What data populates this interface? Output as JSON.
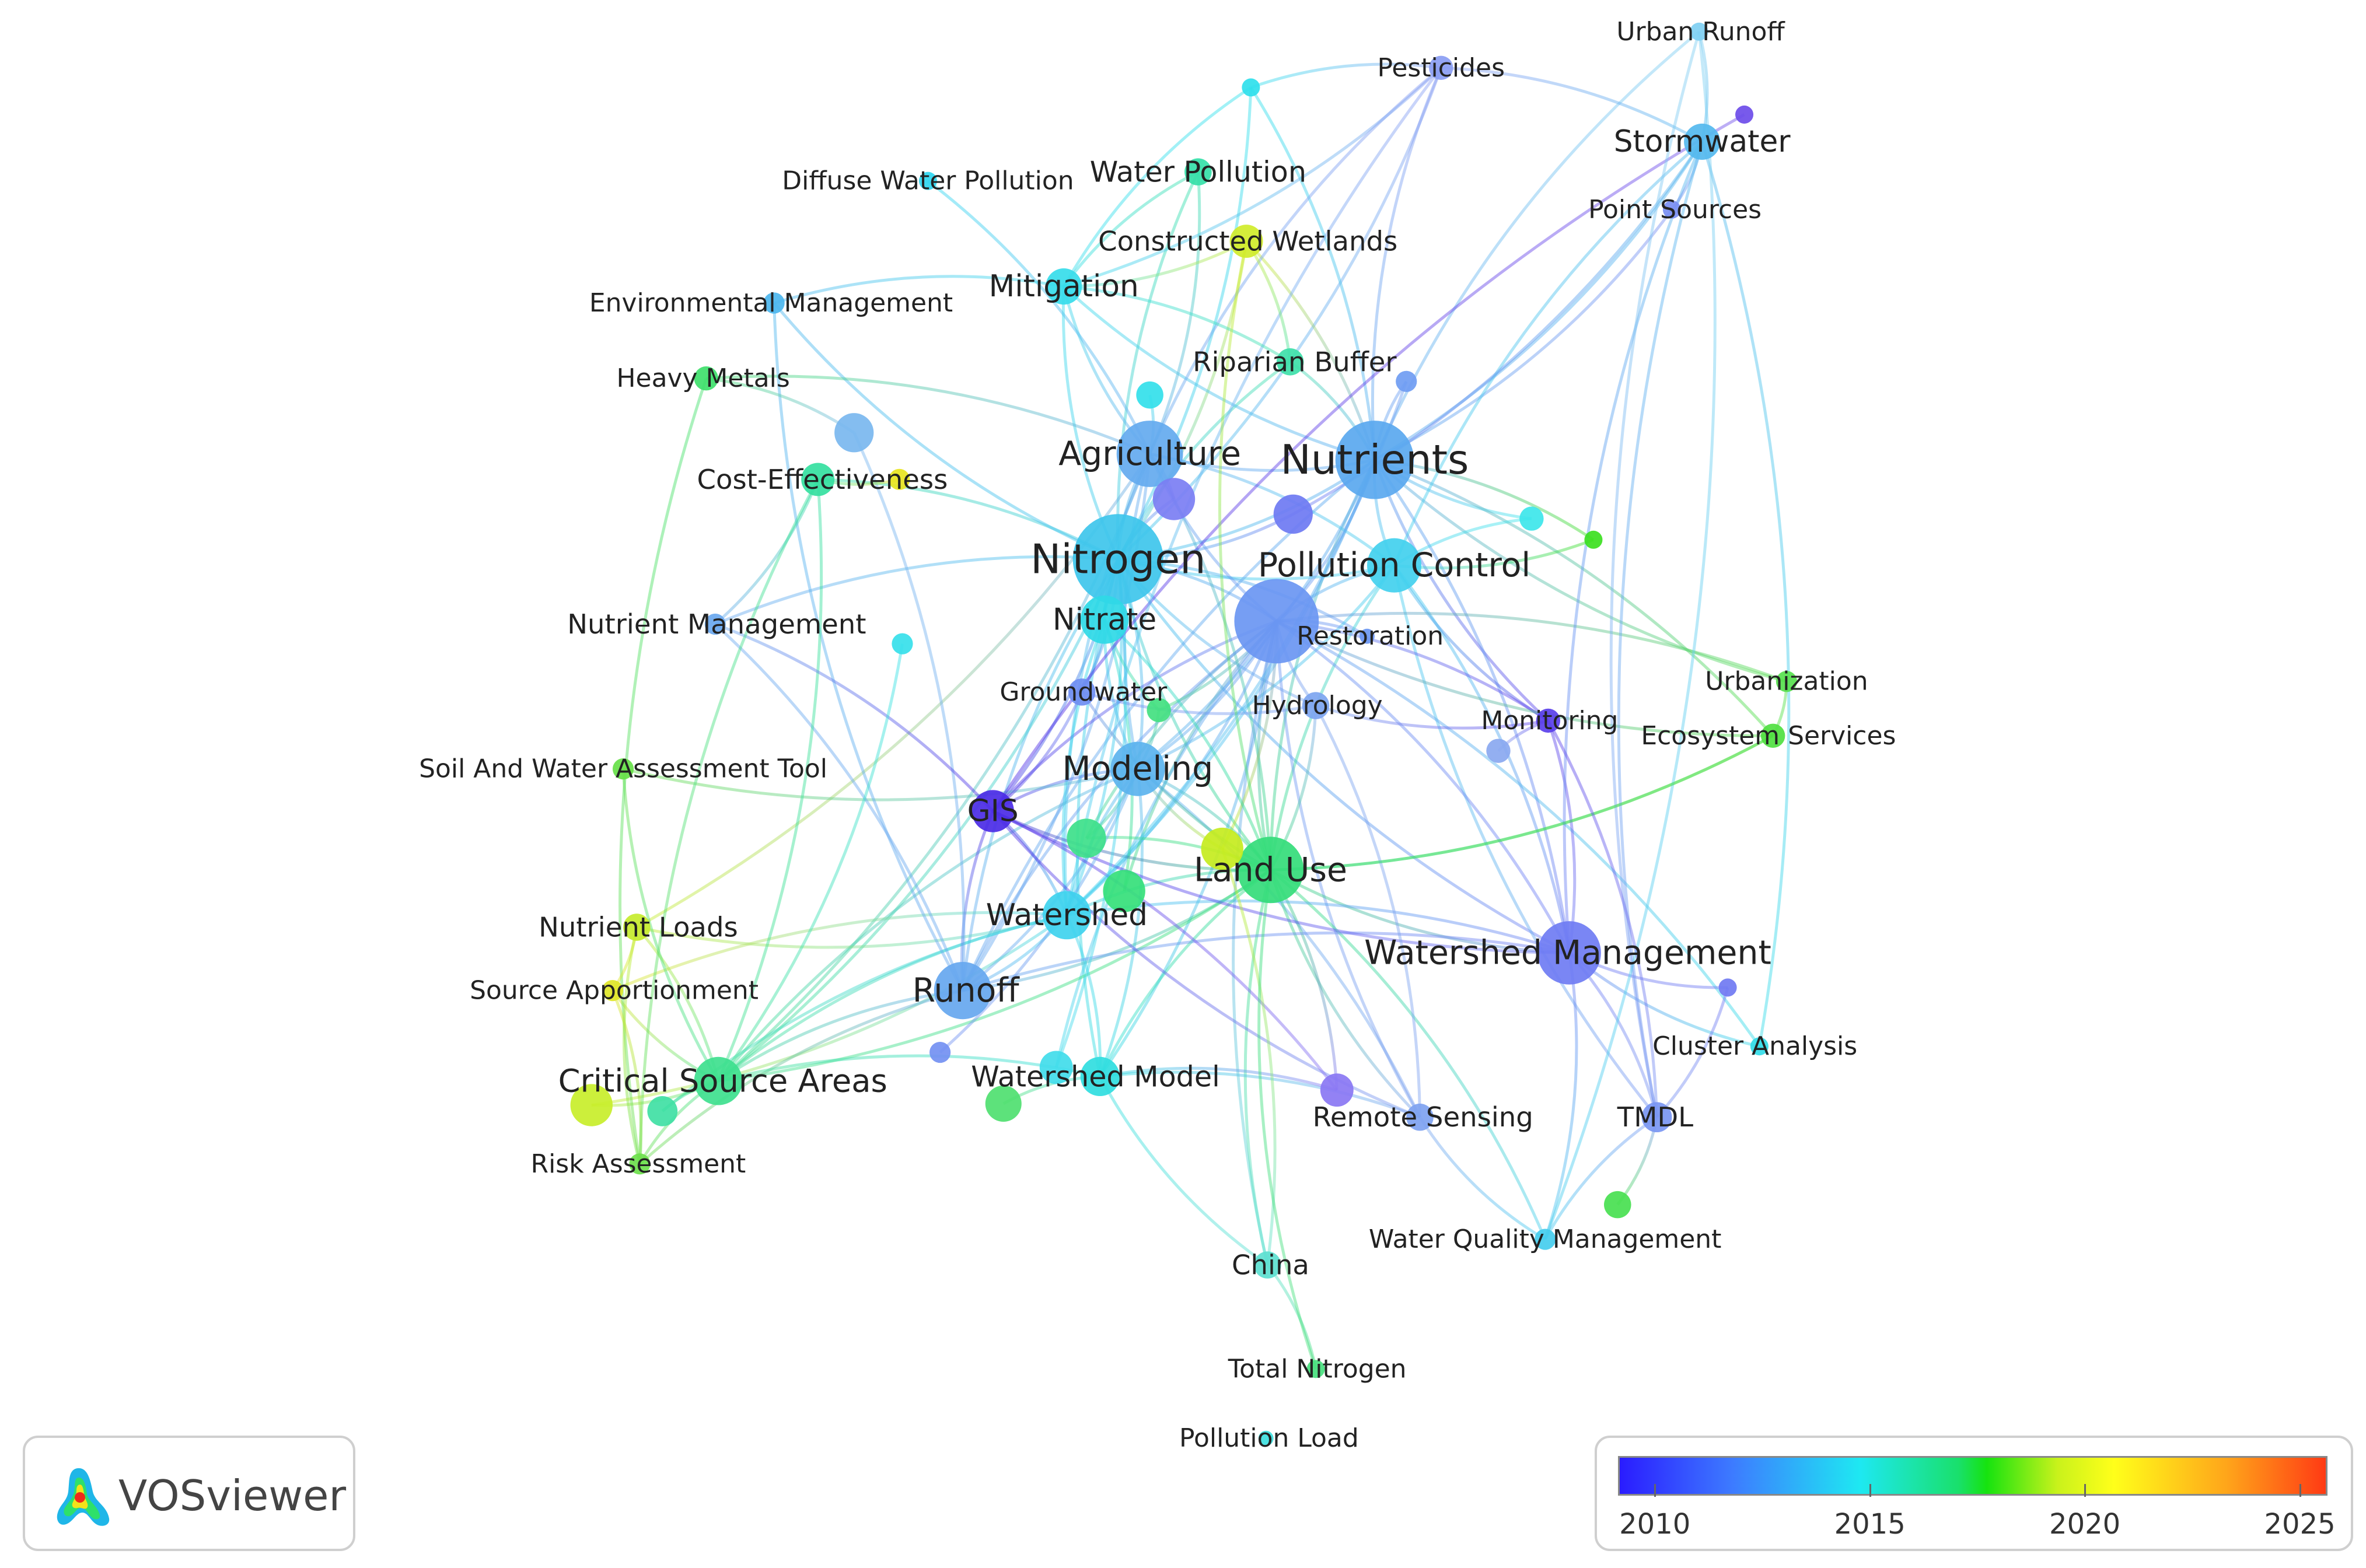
{
  "branding": {
    "app_name": "VOSviewer"
  },
  "legend": {
    "ticks": [
      {
        "year": "2010",
        "pos": 0.052
      },
      {
        "year": "2015",
        "pos": 0.355
      },
      {
        "year": "2020",
        "pos": 0.658
      },
      {
        "year": "2025",
        "pos": 0.961
      }
    ]
  },
  "nodes": [
    {
      "id": "nitrogen",
      "label": "Nitrogen",
      "color": "#3ec6ec"
    },
    {
      "id": "nutrients",
      "label": "Nutrients",
      "color": "#5aa8ef"
    },
    {
      "id": "agriculture",
      "label": "Agriculture",
      "color": "#64aaef"
    },
    {
      "id": "pollution_control",
      "label": "Pollution Control",
      "color": "#42d0ee"
    },
    {
      "id": "hub",
      "label": "",
      "color": "#6a96f2"
    },
    {
      "id": "nitrate",
      "label": "Nitrate",
      "color": "#2fd9e6"
    },
    {
      "id": "restoration",
      "label": "Restoration",
      "color": "#6a96f2"
    },
    {
      "id": "modeling",
      "label": "Modeling",
      "color": "#5bb3ee"
    },
    {
      "id": "land_use",
      "label": "Land Use",
      "color": "#34dc7a"
    },
    {
      "id": "watershed",
      "label": "Watershed",
      "color": "#3fd3ee"
    },
    {
      "id": "runoff",
      "label": "Runoff",
      "color": "#66a7ef"
    },
    {
      "id": "watershed_management",
      "label": "Watershed Management",
      "color": "#6f7cf3"
    },
    {
      "id": "critical_source_areas",
      "label": "Critical Source Areas",
      "color": "#3ee08e"
    },
    {
      "id": "watershed_model",
      "label": "Watershed Model",
      "color": "#30dde0"
    },
    {
      "id": "gis",
      "label": "GIS",
      "color": "#4b2be6"
    },
    {
      "id": "groundwater",
      "label": "Groundwater",
      "color": "#6f8ef2"
    },
    {
      "id": "hydrology",
      "label": "Hydrology",
      "color": "#7da5f0"
    },
    {
      "id": "mitigation",
      "label": "Mitigation",
      "color": "#36dcea"
    },
    {
      "id": "stormwater",
      "label": "Stormwater",
      "color": "#54b8ee"
    },
    {
      "id": "pesticides",
      "label": "Pesticides",
      "color": "#8a9df3"
    },
    {
      "id": "urban_runoff",
      "label": "Urban Runoff",
      "color": "#7fcff2"
    },
    {
      "id": "point_sources",
      "label": "Point Sources",
      "color": "#7a8ef2"
    },
    {
      "id": "water_pollution",
      "label": "Water Pollution",
      "color": "#35e0a8"
    },
    {
      "id": "diffuse_water_pollution",
      "label": "Diffuse Water Pollution",
      "color": "#2fd6f0"
    },
    {
      "id": "constructed_wetlands",
      "label": "Constructed Wetlands",
      "color": "#d0ec2a"
    },
    {
      "id": "environmental_management",
      "label": "Environmental Management",
      "color": "#4cb6ee"
    },
    {
      "id": "heavy_metals",
      "label": "Heavy Metals",
      "color": "#3fe06b"
    },
    {
      "id": "riparian_buffer",
      "label": "Riparian Buffer",
      "color": "#3ee0a9"
    },
    {
      "id": "cost_effectiveness",
      "label": "Cost-Effectiveness",
      "color": "#34dfa0"
    },
    {
      "id": "nutrient_management",
      "label": "Nutrient Management",
      "color": "#6aa8ef"
    },
    {
      "id": "soil_water_assessment_tool",
      "label": "Soil And Water Assessment Tool",
      "color": "#66e048"
    },
    {
      "id": "nutrient_loads",
      "label": "Nutrient Loads",
      "color": "#c6ec2c"
    },
    {
      "id": "source_apportionment",
      "label": "Source Apportionment",
      "color": "#e0e628"
    },
    {
      "id": "risk_assessment",
      "label": "Risk Assessment",
      "color": "#6de04c"
    },
    {
      "id": "monitoring",
      "label": "Monitoring",
      "color": "#5a3fea"
    },
    {
      "id": "urbanization",
      "label": "Urbanization",
      "color": "#57e04e"
    },
    {
      "id": "ecosystem_services",
      "label": "Ecosystem Services",
      "color": "#4fe040"
    },
    {
      "id": "remote_sensing",
      "label": "Remote Sensing",
      "color": "#7ea2f0"
    },
    {
      "id": "tmdl",
      "label": "TMDL",
      "color": "#7a96f2"
    },
    {
      "id": "cluster_analysis",
      "label": "Cluster Analysis",
      "color": "#34dce8"
    },
    {
      "id": "water_quality_management",
      "label": "Water Quality Management",
      "color": "#45cdee"
    },
    {
      "id": "china",
      "label": "China",
      "color": "#5ce0d0"
    },
    {
      "id": "total_nitrogen",
      "label": "Total Nitrogen",
      "color": "#48e07e"
    },
    {
      "id": "pollution_load",
      "label": "Pollution Load",
      "color": "#3edfe0"
    },
    {
      "id": "u1",
      "label": "",
      "color": "#2fe0ec"
    },
    {
      "id": "u2",
      "label": "",
      "color": "#6f9cf2"
    },
    {
      "id": "u3",
      "label": "",
      "color": "#7b7ef3"
    },
    {
      "id": "u4",
      "label": "",
      "color": "#6e79f2"
    },
    {
      "id": "u5",
      "label": "",
      "color": "#3de6ea"
    },
    {
      "id": "u6",
      "label": "",
      "color": "#3ce020"
    },
    {
      "id": "u7",
      "label": "",
      "color": "#33e0ea"
    },
    {
      "id": "u8",
      "label": "",
      "color": "#43e080"
    },
    {
      "id": "u9",
      "label": "",
      "color": "#3de08a"
    },
    {
      "id": "u10",
      "label": "",
      "color": "#c6ec1e"
    },
    {
      "id": "u11",
      "label": "",
      "color": "#7ab7ef"
    },
    {
      "id": "u12",
      "label": "",
      "color": "#35e07a"
    },
    {
      "id": "u13",
      "label": "",
      "color": "#c8ee2a"
    },
    {
      "id": "u14",
      "label": "",
      "color": "#40e0a4"
    },
    {
      "id": "u15",
      "label": "",
      "color": "#8a77f3"
    },
    {
      "id": "u16",
      "label": "",
      "color": "#7079f2"
    },
    {
      "id": "u17",
      "label": "",
      "color": "#4fe070"
    },
    {
      "id": "u18",
      "label": "",
      "color": "#36e0ea"
    },
    {
      "id": "u19",
      "label": "",
      "color": "#7390f2"
    },
    {
      "id": "u20",
      "label": "",
      "color": "#48e050"
    },
    {
      "id": "u21",
      "label": "",
      "color": "#e8e420"
    },
    {
      "id": "u22",
      "label": "",
      "color": "#6d4ce9"
    },
    {
      "id": "u23",
      "label": "",
      "color": "#8aa8f0"
    },
    {
      "id": "u24",
      "label": "",
      "color": "#41dcea"
    }
  ],
  "links": [
    [
      "nitrogen",
      "nutrients"
    ],
    [
      "nitrogen",
      "agriculture"
    ],
    [
      "nitrogen",
      "pollution_control"
    ],
    [
      "nitrogen",
      "hub"
    ],
    [
      "nitrogen",
      "nitrate"
    ],
    [
      "nitrogen",
      "modeling"
    ],
    [
      "nitrogen",
      "land_use"
    ],
    [
      "nitrogen",
      "watershed"
    ],
    [
      "nitrogen",
      "runoff"
    ],
    [
      "nitrogen",
      "mitigation"
    ],
    [
      "nitrogen",
      "cost_effectiveness"
    ],
    [
      "nitrogen",
      "groundwater"
    ],
    [
      "nitrogen",
      "hydrology"
    ],
    [
      "nitrogen",
      "riparian_buffer"
    ],
    [
      "nitrogen",
      "constructed_wetlands"
    ],
    [
      "nitrogen",
      "environmental_management"
    ],
    [
      "nitrogen",
      "nutrient_management"
    ],
    [
      "nitrogen",
      "critical_source_areas"
    ],
    [
      "nitrogen",
      "watershed_model"
    ],
    [
      "nitrogen",
      "gis"
    ],
    [
      "nitrogen",
      "watershed_management"
    ],
    [
      "nitrogen",
      "restoration"
    ],
    [
      "nitrogen",
      "pesticides"
    ],
    [
      "nitrogen",
      "water_pollution"
    ],
    [
      "nitrogen",
      "u1"
    ],
    [
      "nitrogen",
      "u3"
    ],
    [
      "nitrogen",
      "u4"
    ],
    [
      "nutrients",
      "agriculture"
    ],
    [
      "nutrients",
      "pollution_control"
    ],
    [
      "nutrients",
      "hub"
    ],
    [
      "nutrients",
      "stormwater"
    ],
    [
      "nutrients",
      "pesticides"
    ],
    [
      "nutrients",
      "point_sources"
    ],
    [
      "nutrients",
      "modeling"
    ],
    [
      "nutrients",
      "land_use"
    ],
    [
      "nutrients",
      "watershed"
    ],
    [
      "nutrients",
      "runoff"
    ],
    [
      "nutrients",
      "mitigation"
    ],
    [
      "nutrients",
      "riparian_buffer"
    ],
    [
      "nutrients",
      "urban_runoff"
    ],
    [
      "nutrients",
      "monitoring"
    ],
    [
      "nutrients",
      "watershed_management"
    ],
    [
      "nutrients",
      "u1"
    ],
    [
      "nutrients",
      "u2"
    ],
    [
      "nutrients",
      "u5"
    ],
    [
      "nutrients",
      "u6"
    ],
    [
      "nutrients",
      "constructed_wetlands"
    ],
    [
      "nutrients",
      "ecosystem_services"
    ],
    [
      "nutrients",
      "urbanization"
    ],
    [
      "agriculture",
      "pollution_control"
    ],
    [
      "agriculture",
      "hub"
    ],
    [
      "agriculture",
      "mitigation"
    ],
    [
      "agriculture",
      "modeling"
    ],
    [
      "agriculture",
      "land_use"
    ],
    [
      "agriculture",
      "watershed"
    ],
    [
      "agriculture",
      "runoff"
    ],
    [
      "agriculture",
      "diffuse_water_pollution"
    ],
    [
      "agriculture",
      "pesticides"
    ],
    [
      "agriculture",
      "water_pollution"
    ],
    [
      "agriculture",
      "critical_source_areas"
    ],
    [
      "agriculture",
      "u7"
    ],
    [
      "agriculture",
      "u3"
    ],
    [
      "agriculture",
      "heavy_metals"
    ],
    [
      "agriculture",
      "nutrient_loads"
    ],
    [
      "pollution_control",
      "hub"
    ],
    [
      "pollution_control",
      "modeling"
    ],
    [
      "pollution_control",
      "land_use"
    ],
    [
      "pollution_control",
      "watershed_management"
    ],
    [
      "pollution_control",
      "monitoring"
    ],
    [
      "pollution_control",
      "u5"
    ],
    [
      "pollution_control",
      "u6"
    ],
    [
      "pollution_control",
      "stormwater"
    ],
    [
      "pollution_control",
      "tmdl"
    ],
    [
      "hub",
      "modeling"
    ],
    [
      "hub",
      "land_use"
    ],
    [
      "hub",
      "watershed"
    ],
    [
      "hub",
      "runoff"
    ],
    [
      "hub",
      "restoration"
    ],
    [
      "hub",
      "hydrology"
    ],
    [
      "hub",
      "watershed_management"
    ],
    [
      "hub",
      "remote_sensing"
    ],
    [
      "hub",
      "cluster_analysis"
    ],
    [
      "hub",
      "gis"
    ],
    [
      "hub",
      "monitoring"
    ],
    [
      "hub",
      "ecosystem_services"
    ],
    [
      "hub",
      "watershed_model"
    ],
    [
      "hub",
      "china"
    ],
    [
      "hub",
      "u8"
    ],
    [
      "hub",
      "u9"
    ],
    [
      "hub",
      "u10"
    ],
    [
      "hub",
      "u12"
    ],
    [
      "hub",
      "urbanization"
    ],
    [
      "hub",
      "u24"
    ],
    [
      "nitrate",
      "groundwater"
    ],
    [
      "nitrate",
      "modeling"
    ],
    [
      "nitrate",
      "land_use"
    ],
    [
      "nitrate",
      "watershed"
    ],
    [
      "nitrate",
      "u12"
    ],
    [
      "nitrate",
      "u8"
    ],
    [
      "modeling",
      "land_use"
    ],
    [
      "modeling",
      "watershed"
    ],
    [
      "modeling",
      "runoff"
    ],
    [
      "modeling",
      "gis"
    ],
    [
      "modeling",
      "watershed_model"
    ],
    [
      "modeling",
      "critical_source_areas"
    ],
    [
      "modeling",
      "soil_water_assessment_tool"
    ],
    [
      "modeling",
      "u8"
    ],
    [
      "modeling",
      "u9"
    ],
    [
      "modeling",
      "u10"
    ],
    [
      "modeling",
      "remote_sensing"
    ],
    [
      "land_use",
      "watershed"
    ],
    [
      "land_use",
      "runoff"
    ],
    [
      "land_use",
      "watershed_management"
    ],
    [
      "land_use",
      "gis"
    ],
    [
      "land_use",
      "remote_sensing"
    ],
    [
      "land_use",
      "u15"
    ],
    [
      "land_use",
      "china"
    ],
    [
      "land_use",
      "critical_source_areas"
    ],
    [
      "land_use",
      "u9"
    ],
    [
      "land_use",
      "u10"
    ],
    [
      "land_use",
      "ecosystem_services"
    ],
    [
      "land_use",
      "water_quality_management"
    ],
    [
      "land_use",
      "watershed_model"
    ],
    [
      "watershed",
      "runoff"
    ],
    [
      "watershed",
      "critical_source_areas"
    ],
    [
      "watershed",
      "watershed_model"
    ],
    [
      "watershed",
      "gis"
    ],
    [
      "watershed",
      "u13"
    ],
    [
      "watershed",
      "u14"
    ],
    [
      "watershed",
      "nutrient_loads"
    ],
    [
      "watershed",
      "source_apportionment"
    ],
    [
      "watershed",
      "watershed_management"
    ],
    [
      "runoff",
      "critical_source_areas"
    ],
    [
      "runoff",
      "gis"
    ],
    [
      "runoff",
      "u11"
    ],
    [
      "runoff",
      "environmental_management"
    ],
    [
      "runoff",
      "nutrient_management"
    ],
    [
      "runoff",
      "watershed_management"
    ],
    [
      "runoff",
      "risk_assessment"
    ],
    [
      "watershed_management",
      "tmdl"
    ],
    [
      "watershed_management",
      "cluster_analysis"
    ],
    [
      "watershed_management",
      "gis"
    ],
    [
      "watershed_management",
      "u16"
    ],
    [
      "watershed_management",
      "water_quality_management"
    ],
    [
      "watershed_management",
      "monitoring"
    ],
    [
      "watershed_management",
      "stormwater"
    ],
    [
      "critical_source_areas",
      "risk_assessment"
    ],
    [
      "critical_source_areas",
      "u13"
    ],
    [
      "critical_source_areas",
      "u14"
    ],
    [
      "critical_source_areas",
      "source_apportionment"
    ],
    [
      "critical_source_areas",
      "nutrient_loads"
    ],
    [
      "critical_source_areas",
      "soil_water_assessment_tool"
    ],
    [
      "critical_source_areas",
      "cost_effectiveness"
    ],
    [
      "critical_source_areas",
      "watershed_model"
    ],
    [
      "watershed_model",
      "u17"
    ],
    [
      "watershed_model",
      "remote_sensing"
    ],
    [
      "watershed_model",
      "china"
    ],
    [
      "watershed_model",
      "u15"
    ],
    [
      "gis",
      "remote_sensing"
    ],
    [
      "gis",
      "u15"
    ],
    [
      "gis",
      "nutrient_management"
    ],
    [
      "gis",
      "u22"
    ],
    [
      "groundwater",
      "hydrology"
    ],
    [
      "groundwater",
      "gis"
    ],
    [
      "groundwater",
      "land_use"
    ],
    [
      "hydrology",
      "land_use"
    ],
    [
      "hydrology",
      "monitoring"
    ],
    [
      "hydrology",
      "remote_sensing"
    ],
    [
      "stormwater",
      "urban_runoff"
    ],
    [
      "stormwater",
      "point_sources"
    ],
    [
      "stormwater",
      "tmdl"
    ],
    [
      "stormwater",
      "cluster_analysis"
    ],
    [
      "stormwater",
      "pesticides"
    ],
    [
      "stormwater",
      "u4"
    ],
    [
      "urban_runoff",
      "tmdl"
    ],
    [
      "urban_runoff",
      "water_quality_management"
    ],
    [
      "pesticides",
      "u1"
    ],
    [
      "pesticides",
      "mitigation"
    ],
    [
      "pesticides",
      "watershed"
    ],
    [
      "mitigation",
      "u1"
    ],
    [
      "mitigation",
      "environmental_management"
    ],
    [
      "mitigation",
      "water_pollution"
    ],
    [
      "mitigation",
      "constructed_wetlands"
    ],
    [
      "mitigation",
      "riparian_buffer"
    ],
    [
      "constructed_wetlands",
      "land_use"
    ],
    [
      "constructed_wetlands",
      "riparian_buffer"
    ],
    [
      "heavy_metals",
      "risk_assessment"
    ],
    [
      "heavy_metals",
      "u11"
    ],
    [
      "cost_effectiveness",
      "u21"
    ],
    [
      "cost_effectiveness",
      "nutrient_management"
    ],
    [
      "cost_effectiveness",
      "risk_assessment"
    ],
    [
      "nutrient_loads",
      "source_apportionment"
    ],
    [
      "nutrient_loads",
      "risk_assessment"
    ],
    [
      "source_apportionment",
      "risk_assessment"
    ],
    [
      "ecosystem_services",
      "urbanization"
    ],
    [
      "ecosystem_services",
      "land_use"
    ],
    [
      "tmdl",
      "water_quality_management"
    ],
    [
      "tmdl",
      "u20"
    ],
    [
      "tmdl",
      "u16"
    ],
    [
      "china",
      "total_nitrogen"
    ],
    [
      "china",
      "u10"
    ],
    [
      "total_nitrogen",
      "land_use"
    ],
    [
      "remote_sensing",
      "water_quality_management"
    ],
    [
      "monitoring",
      "tmdl"
    ],
    [
      "monitoring",
      "u23"
    ],
    [
      "u2",
      "watershed"
    ],
    [
      "u19",
      "modeling"
    ],
    [
      "u18",
      "critical_source_areas"
    ],
    [
      "u24",
      "nitrogen"
    ]
  ]
}
